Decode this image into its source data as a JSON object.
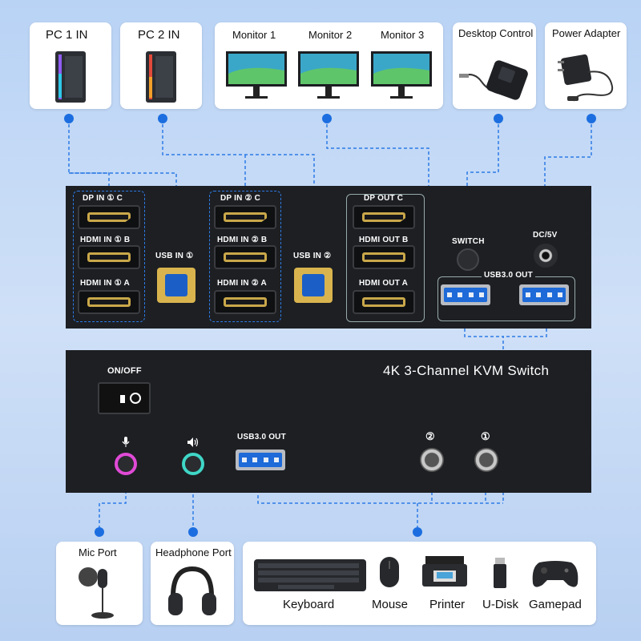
{
  "top_cards": {
    "pc1": "PC 1 IN",
    "pc2": "PC 2 IN",
    "monitor1": "Monitor 1",
    "monitor2": "Monitor 2",
    "monitor3": "Monitor 3",
    "desktop_control": "Desktop Control",
    "power_adapter": "Power Adapter"
  },
  "back_panel": {
    "dp_in_1_c": "DP IN ① C",
    "hdmi_in_1_b": "HDMI IN ① B",
    "hdmi_in_1_a": "HDMI IN ① A",
    "usb_in_1": "USB IN ①",
    "dp_in_2_c": "DP IN ② C",
    "hdmi_in_2_b": "HDMI IN ② B",
    "hdmi_in_2_a": "HDMI IN ② A",
    "usb_in_2": "USB IN ②",
    "dp_out_c": "DP OUT C",
    "hdmi_out_b": "HDMI OUT B",
    "hdmi_out_a": "HDMI OUT A",
    "switch": "SWITCH",
    "dc_5v": "DC/5V",
    "usb3_out": "USB3.0 OUT"
  },
  "front_panel": {
    "title": "4K 3-Channel KVM Switch",
    "on_off": "ON/OFF",
    "usb3_out": "USB3.0 OUT",
    "button_2": "②",
    "button_1": "①"
  },
  "bottom_cards": {
    "mic_port": "Mic Port",
    "headphone_port": "Headphone Port",
    "keyboard": "Keyboard",
    "mouse": "Mouse",
    "printer": "Printer",
    "udisk": "U-Disk",
    "gamepad": "Gamepad"
  },
  "colors": {
    "accent": "#1c6ee0",
    "panel": "#1d1f23",
    "background": "#c4daf5"
  }
}
